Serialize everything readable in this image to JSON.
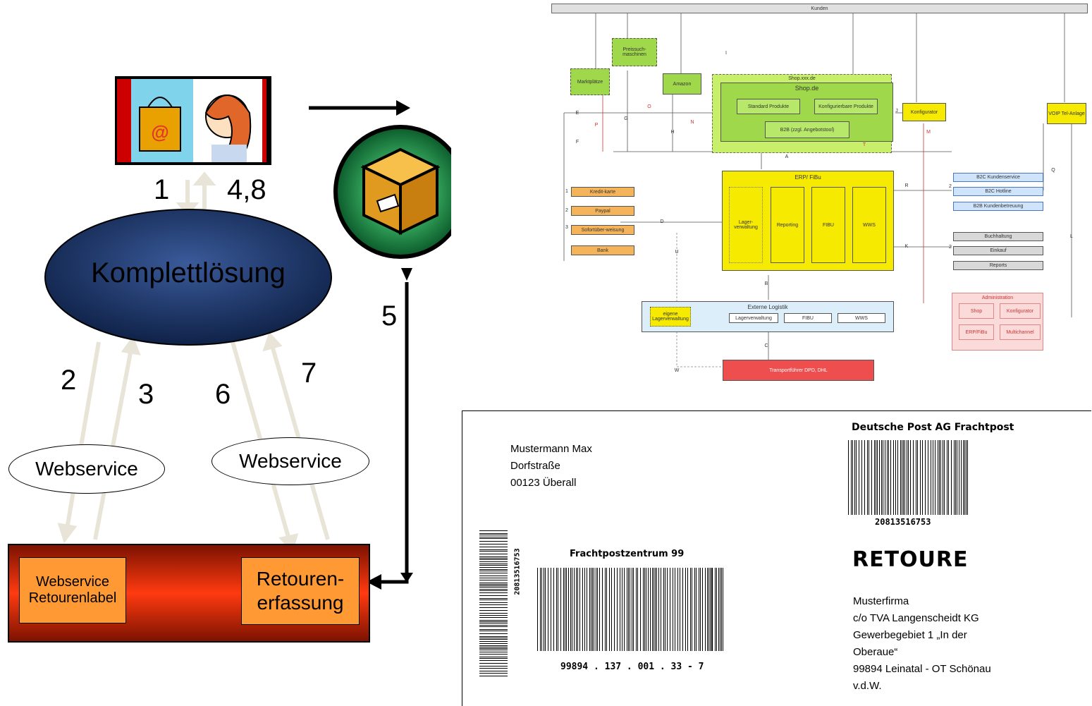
{
  "left": {
    "center_ellipse": "Komplettlösung",
    "ws_left": "Webservice",
    "ws_right": "Webservice",
    "box_left": "Webservice Retourenlabel",
    "box_right": "Retouren-erfassung",
    "steps": {
      "s1": "1",
      "s48": "4,8",
      "s2": "2",
      "s3": "3",
      "s6": "6",
      "s7": "7",
      "s5": "5"
    },
    "icon_shop": "shopping-bag-icon",
    "icon_box": "package-icon",
    "colors": {
      "ellipse": "#1a3060",
      "base": "#cc2200",
      "box": "#ff9933"
    }
  },
  "diagram": {
    "top": "Kunden",
    "shop_outer": "Shop.xxx.de",
    "shop": "Shop.de",
    "std": "Standard Produkte",
    "konf_prod": "Konfigurierbare Produkte",
    "b2b": "B2B (zzgl. Angebotstool)",
    "preis": "Preissuch-maschinen",
    "markt": "Marktplätze",
    "amazon": "Amazon",
    "konfigurator": "Konfigurator",
    "voip": "VOIP Tel-Anlage",
    "erp": "ERP/ FiBu",
    "lager": "Lager-verwaltung",
    "reporting": "Reporting",
    "fibu": "FIBU",
    "wws": "WWS",
    "pay": [
      "Kredit-karte",
      "Paypal",
      "Sofortüber-weisung",
      "Bank"
    ],
    "b2c": [
      "B2C Kundenservice",
      "B2C Hotline",
      "B2B Kundenbetreuung"
    ],
    "back": [
      "Buchhaltung",
      "Einkauf",
      "Reports"
    ],
    "ext": "Externe Logistik",
    "ext_own": "eigene Lagerverwaltung",
    "ext_items": [
      "Lagerverwaltung",
      "FIBU",
      "WWS"
    ],
    "transport": "Transportführer DPD, DHL",
    "admin": "Administration",
    "admin_items": [
      "Shop",
      "Konfigurator",
      "ERP/FiBu",
      "Multichannel"
    ],
    "letters": {
      "E": "E",
      "P": "P",
      "F": "F",
      "G": "G",
      "O": "O",
      "H": "H",
      "N": "N",
      "I": "I",
      "J": "J",
      "M": "M",
      "A": "A",
      "T": "T",
      "R": "R",
      "Q": "Q",
      "K": "K",
      "D": "D",
      "B": "B",
      "C": "C",
      "U": "U",
      "W": "W",
      "L": "L"
    },
    "nums": [
      "1",
      "2",
      "3"
    ]
  },
  "label": {
    "sender": [
      "Mustermann Max",
      "Dorfstraße",
      "00123 Überall"
    ],
    "carrier": "Deutsche Post AG Frachtpost",
    "barcode1": "20813516753",
    "zentrum": "Frachtpostzentrum 99",
    "barcode2": "99894 . 137 . 001 . 33  -  7",
    "side_code": "20813516753",
    "retoure": "RETOURE",
    "recipient": [
      "Musterfirma",
      "c/o TVA Langenscheidt KG",
      "Gewerbegebiet 1 „In der",
      "Oberaue“",
      "99894 Leinatal - OT Schönau",
      "v.d.W."
    ]
  }
}
